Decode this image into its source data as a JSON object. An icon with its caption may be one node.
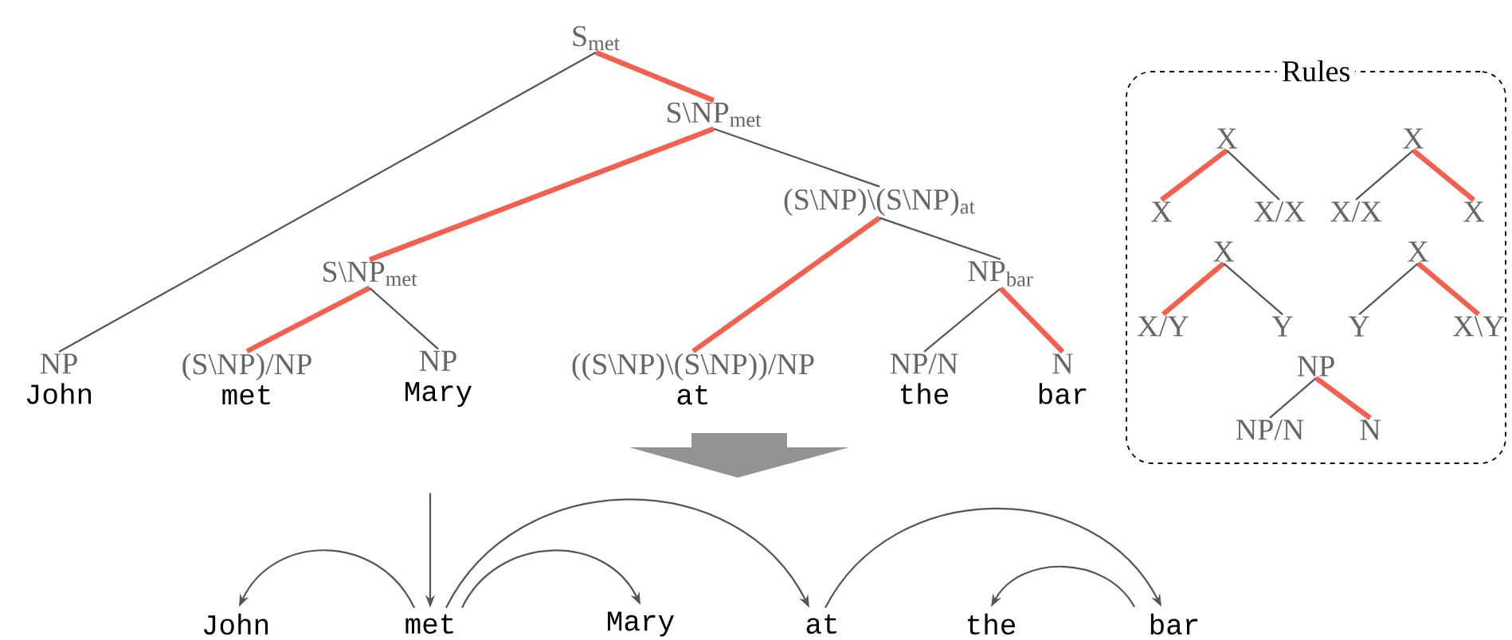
{
  "diagram": {
    "nodes": [
      {
        "text": [
          "S$_{met}$"
        ]
      },
      {
        "text": [
          "S\\NP$_{met}$"
        ]
      },
      {
        "text": [
          "(S\\NP)\\(S\\NP)$_{at}$"
        ]
      },
      {
        "text": [
          "S\\NP$_{met}$"
        ]
      },
      {
        "text": [
          "NP$_{bar}$"
        ]
      },
      {
        "text": [
          "NP",
          "John"
        ]
      },
      {
        "text": [
          "(S\\NP)/NP",
          "met"
        ]
      },
      {
        "text": [
          "NP",
          "Mary"
        ]
      },
      {
        "text": [
          "((S\\NP)\\(S\\NP))/NP",
          "at"
        ]
      },
      {
        "text": [
          "NP/N",
          "the"
        ]
      },
      {
        "text": [
          "N",
          "bar"
        ]
      },
      {
        "text": [
          "Rules"
        ]
      },
      {
        "text": [
          "X"
        ],
        "in": 11
      },
      {
        "text": [
          "X"
        ],
        "in": 11
      },
      {
        "text": [
          "X/X"
        ],
        "in": 11
      },
      {
        "text": [
          "X"
        ],
        "in": 11
      },
      {
        "text": [
          "X/X"
        ],
        "in": 11
      },
      {
        "text": [
          "X"
        ],
        "in": 11
      },
      {
        "text": [
          "X"
        ],
        "in": 11
      },
      {
        "text": [
          "X/Y"
        ],
        "in": 11
      },
      {
        "text": [
          "Y"
        ],
        "in": 11
      },
      {
        "text": [
          "X"
        ],
        "in": 11
      },
      {
        "text": [
          "Y"
        ],
        "in": 11
      },
      {
        "text": [
          "X\\Y"
        ],
        "in": 11
      },
      {
        "text": [
          "NP"
        ],
        "in": 11
      },
      {
        "text": [
          "NP/N"
        ],
        "in": 11
      },
      {
        "text": [
          "N"
        ],
        "in": 11
      },
      {
        "text": [
          "John"
        ]
      },
      {
        "text": [
          "met"
        ]
      },
      {
        "text": [
          "Mary"
        ]
      },
      {
        "text": [
          "at"
        ]
      },
      {
        "text": [
          "the"
        ]
      },
      {
        "text": [
          "bar"
        ]
      }
    ],
    "edges": [
      {
        "from": 0,
        "to": 5,
        "arrow": "none"
      },
      {
        "from": 0,
        "to": 1,
        "arrow": "none",
        "style": "thick",
        "color": "#f4604f"
      },
      {
        "from": 1,
        "to": 3,
        "arrow": "none",
        "style": "thick",
        "color": "#f4604f"
      },
      {
        "from": 1,
        "to": 2,
        "arrow": "none"
      },
      {
        "from": 3,
        "to": 6,
        "arrow": "none",
        "style": "thick",
        "color": "#f4604f"
      },
      {
        "from": 3,
        "to": 7,
        "arrow": "none"
      },
      {
        "from": 2,
        "to": 8,
        "arrow": "none",
        "style": "thick",
        "color": "#f4604f"
      },
      {
        "from": 2,
        "to": 4,
        "arrow": "none"
      },
      {
        "from": 4,
        "to": 9,
        "arrow": "none"
      },
      {
        "from": 4,
        "to": 10,
        "arrow": "none",
        "style": "thick",
        "color": "#f4604f"
      },
      {
        "from": 12,
        "to": 13,
        "arrow": "none",
        "style": "thick",
        "color": "#f4604f"
      },
      {
        "from": 12,
        "to": 14,
        "arrow": "none"
      },
      {
        "from": 15,
        "to": 16,
        "arrow": "none"
      },
      {
        "from": 15,
        "to": 17,
        "arrow": "none",
        "style": "thick",
        "color": "#f4604f"
      },
      {
        "from": 18,
        "to": 19,
        "arrow": "none",
        "style": "thick",
        "color": "#f4604f"
      },
      {
        "from": 18,
        "to": 20,
        "arrow": "none"
      },
      {
        "from": 21,
        "to": 22,
        "arrow": "none"
      },
      {
        "from": 21,
        "to": 23,
        "arrow": "none",
        "style": "thick",
        "color": "#f4604f"
      },
      {
        "from": 24,
        "to": 25,
        "arrow": "none"
      },
      {
        "from": 24,
        "to": 26,
        "arrow": "none",
        "style": "thick",
        "color": "#f4604f"
      },
      {
        "from": null,
        "to": 28,
        "arrow": "to"
      },
      {
        "from": 28,
        "to": 27,
        "arrow": "to"
      },
      {
        "from": 28,
        "to": 29,
        "arrow": "to"
      },
      {
        "from": 28,
        "to": 30,
        "arrow": "to"
      },
      {
        "from": 30,
        "to": 32,
        "arrow": "to"
      },
      {
        "from": 32,
        "to": 31,
        "arrow": "to"
      }
    ]
  }
}
